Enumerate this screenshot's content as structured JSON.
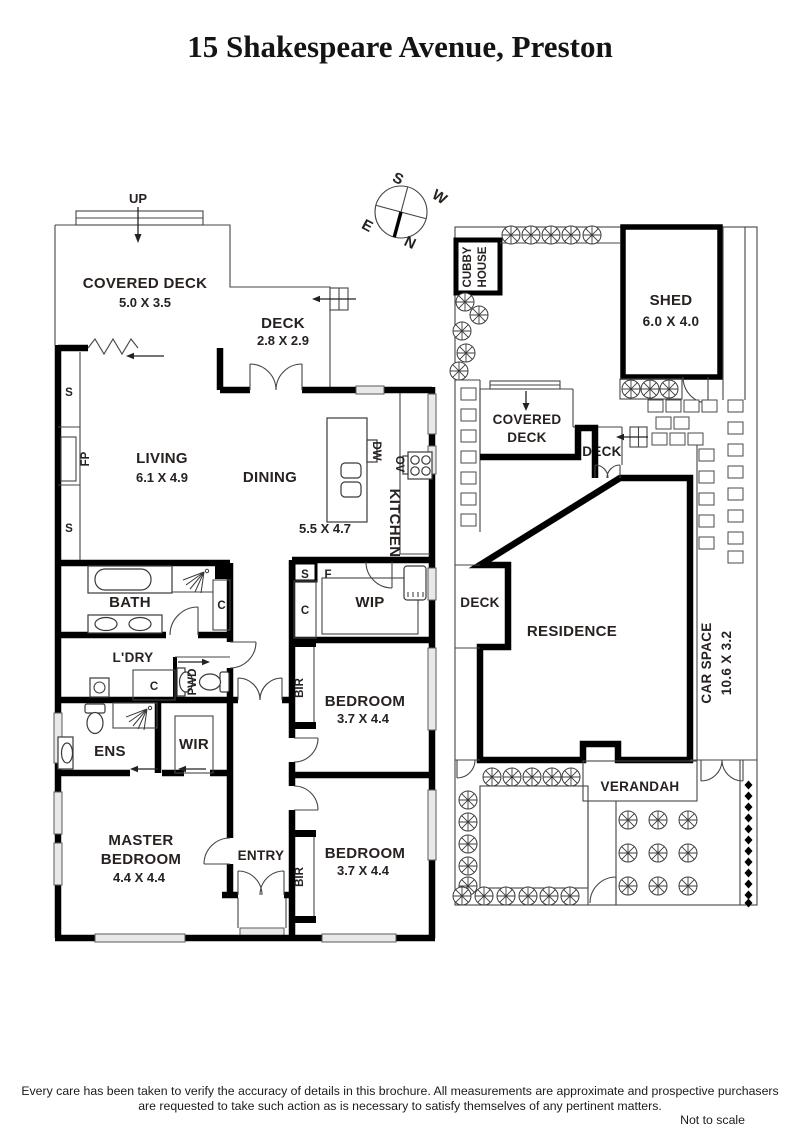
{
  "title": "15 Shakespeare Avenue, Preston",
  "compass": {
    "n": "N",
    "s": "S",
    "e": "E",
    "w": "W"
  },
  "floor_plan": {
    "up": "UP",
    "covered_deck": {
      "name": "COVERED DECK",
      "dims": "5.0 X 3.5"
    },
    "deck": {
      "name": "DECK",
      "dims": "2.8 X 2.9"
    },
    "living": {
      "name": "LIVING",
      "dims": "6.1 X 4.9"
    },
    "dining": {
      "name": "DINING"
    },
    "kitchen": {
      "name": "KITCHEN",
      "dims": "5.5 X 4.7"
    },
    "wip": {
      "name": "WIP"
    },
    "bath": {
      "name": "BATH"
    },
    "laundry": {
      "name": "L'DRY"
    },
    "powder": {
      "name": "PWD"
    },
    "ensuite": {
      "name": "ENS"
    },
    "wir": {
      "name": "WIR"
    },
    "master_bedroom": {
      "line1": "MASTER",
      "line2": "BEDROOM",
      "dims": "4.4 X 4.4"
    },
    "entry": {
      "name": "ENTRY"
    },
    "bedroom": {
      "name": "BEDROOM",
      "dims": "3.7 X 4.4"
    },
    "abbr": {
      "s": "S",
      "f": "F",
      "c": "C",
      "fp": "FP",
      "bir": "BIR",
      "dw": "DW",
      "ov": "OV"
    }
  },
  "site_plan": {
    "cubby_house": {
      "line1": "CUBBY",
      "line2": "HOUSE"
    },
    "shed": {
      "name": "SHED",
      "dims": "6.0 X 4.0"
    },
    "covered_deck": {
      "line1": "COVERED",
      "line2": "DECK"
    },
    "deck": "DECK",
    "residence": "RESIDENCE",
    "car_space": {
      "name": "CAR SPACE",
      "dims": "10.6 X 3.2"
    },
    "verandah": "VERANDAH"
  },
  "footer": {
    "line1": "Every care has been taken to verify the accuracy of details in this brochure.  All measurements are approximate and prospective purchasers",
    "line2": "are requested to take such action as is necessary to satisfy themselves of any pertinent matters.",
    "scale": "Not to scale"
  },
  "icons": {
    "tree": "tree-icon",
    "compass": "compass-rose-icon",
    "paver": "paver-icon",
    "hedge": "hedge-dot-icon",
    "shower": "shower-spray-icon"
  },
  "colors": {
    "ink": "#27211f",
    "wall": "#000000",
    "window_fill": "#e9e9e9"
  }
}
